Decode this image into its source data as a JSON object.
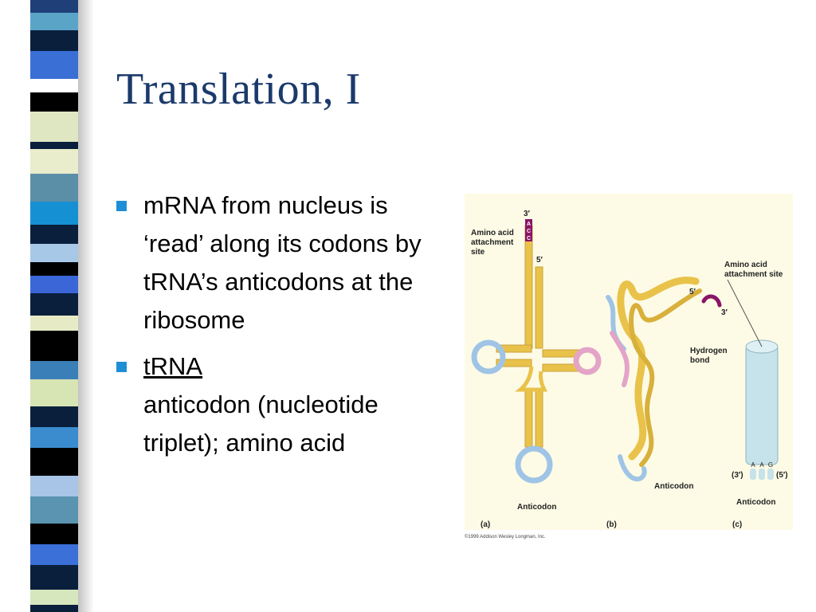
{
  "slide": {
    "title": "Translation, I",
    "bullets": [
      {
        "text": "mRNA from nucleus is ‘read’ along its codons by tRNA’s anticodons at the ribosome"
      },
      {
        "underlined": "tRNA",
        "text": "anticodon (nucleotide triplet); amino acid"
      }
    ]
  },
  "figure": {
    "labels": {
      "three_prime": "3′",
      "five_prime": "5′",
      "three_prime_c": "(3′)",
      "five_prime_c": "(5′)",
      "amino_a": "Amino acid",
      "amino_a2": "attachment",
      "amino_a3": "site",
      "amino_c": "Amino acid",
      "amino_c2": "attachment site",
      "hydrogen": "Hydrogen",
      "bond": "bond",
      "anticodon": "Anticodon",
      "panel_a": "(a)",
      "panel_b": "(b)",
      "panel_c": "(c)",
      "anticodon_bases_c": [
        "A",
        "A",
        "G"
      ],
      "acceptor_bases": [
        "A",
        "C",
        "C"
      ]
    },
    "copyright": "©1999 Addison Wesley Longman, Inc."
  },
  "colors": {
    "title": "#1b3a6b",
    "bullet": "#1e8fd6",
    "figure_bg": "#fdfbe6",
    "strand": "#e9c24a",
    "loop_blue": "#9fc4e6",
    "loop_pink": "#e3a4c8",
    "amino_purple": "#8a1466",
    "cylinder": "#c6e2ea"
  },
  "decor": {
    "stripe_colors": [
      "#1e3f78",
      "#5aa4c8",
      "#0a1f3c",
      "#3a6fd6",
      "#ffffff",
      "#000000",
      "#dfe7c2",
      "#0a1f3c",
      "#e9edcc",
      "#5b8fa8",
      "#1590d2",
      "#0a1f3c",
      "#a8c8e8",
      "#000000",
      "#3a66d8",
      "#0a1f3c",
      "#e6ebc6",
      "#000000",
      "#3a7fb8",
      "#d7e4b4",
      "#0a1f3c",
      "#3a8ccf",
      "#000000",
      "#a8c4e6",
      "#5a94b0",
      "#000000",
      "#3a70d8",
      "#0a1f3c",
      "#d7e7bd",
      "#0a1f3c"
    ],
    "stripe_heights": [
      18,
      26,
      30,
      40,
      20,
      28,
      44,
      10,
      36,
      40,
      34,
      28,
      26,
      20,
      26,
      32,
      22,
      44,
      26,
      40,
      30,
      30,
      40,
      30,
      40,
      30,
      30,
      36,
      22,
      10
    ]
  }
}
